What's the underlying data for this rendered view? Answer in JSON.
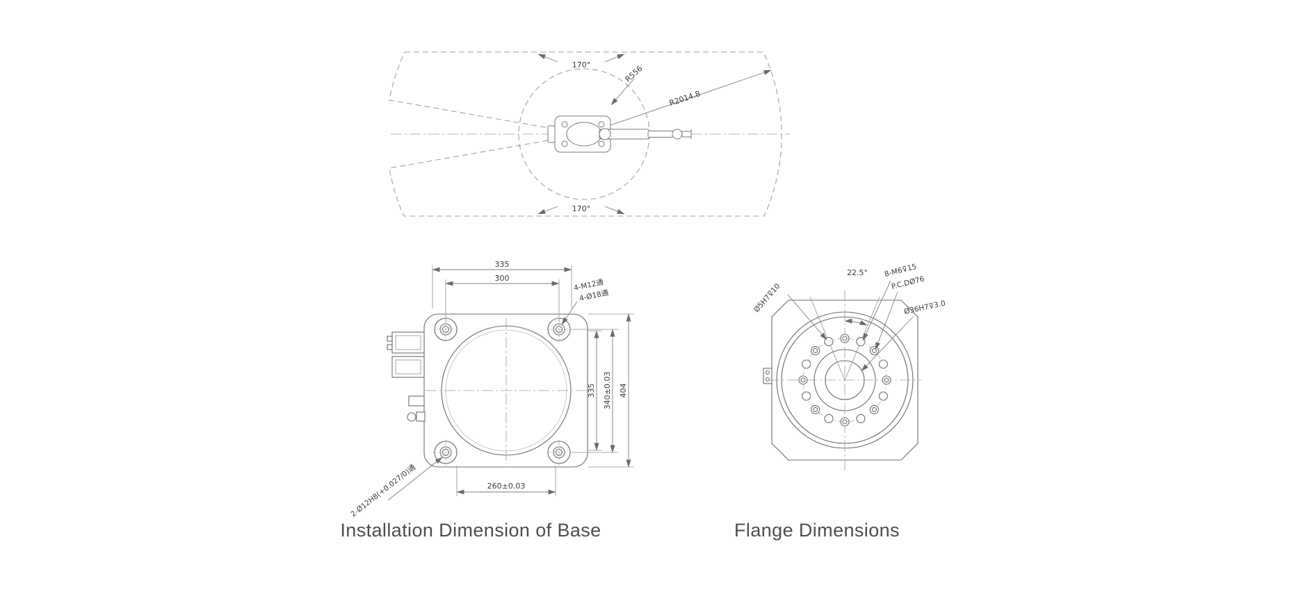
{
  "envelope": {
    "angle_top": "170°",
    "angle_bottom": "170°",
    "inner_radius": "R556",
    "outer_radius": "R2014.8"
  },
  "base": {
    "caption": "Installation Dimension of Base",
    "dim_top_outer": "335",
    "dim_top_inner": "300",
    "leader_m12": "4-M12通",
    "leader_d18": "4-Ø18通",
    "dim_right_1": "335",
    "dim_right_2": "340±0.03",
    "dim_right_3": "404",
    "dim_bottom": "260±0.03",
    "leader_dowel": "2-Ø12H8(+0.027/0)通"
  },
  "flange": {
    "caption": "Flange Dimensions",
    "leader_dowel_hole": "Ø5H7⊽10",
    "angle": "22.5°",
    "leader_tapped": "8-M6⊽15",
    "leader_pcd": "P.C.DØ76",
    "leader_center_bore": "Ø36H7⊽3.0"
  }
}
